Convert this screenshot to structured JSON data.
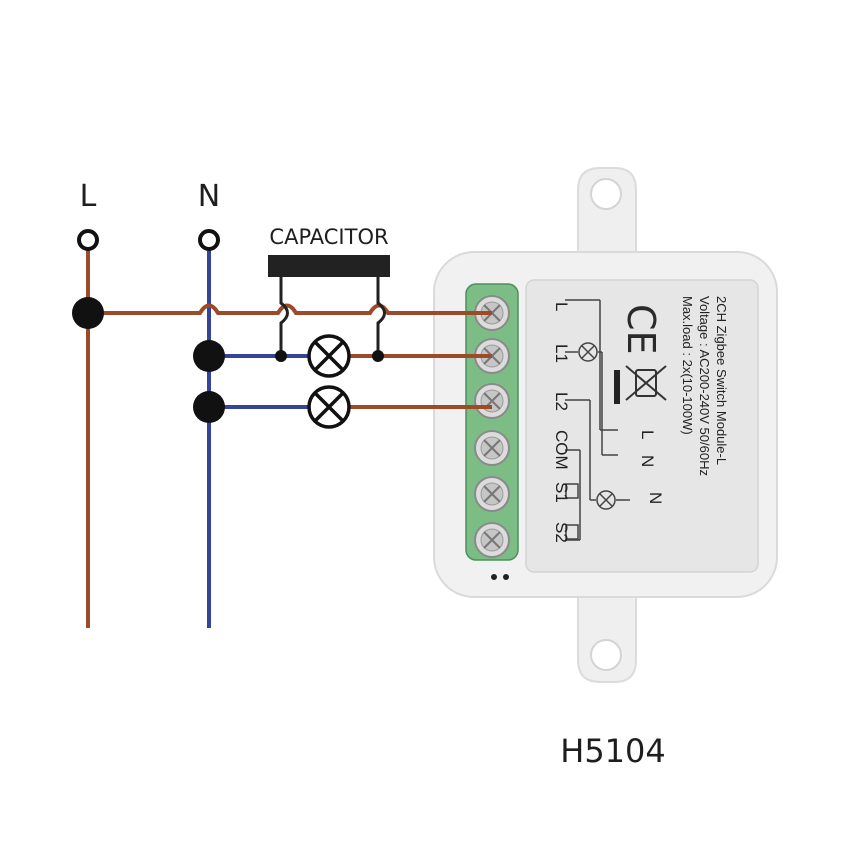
{
  "colors": {
    "live_wire": "#9c4a28",
    "neutral_wire": "#34449a",
    "terminal_block": "#7cbd86",
    "module_body": "#f1f1f1",
    "label_panel": "#e6e6e6"
  },
  "supply": {
    "live_label": "L",
    "neutral_label": "N"
  },
  "capacitor_label": "CAPACITOR",
  "module": {
    "model": "H5104",
    "label_lines": [
      "2CH Zigbee Switch Module-L",
      "Voltage : AC200-240V 50/60Hz",
      "Max.load : 2x(10-100W)"
    ],
    "terminals": [
      "L",
      "L1",
      "L2",
      "COM",
      "S1",
      "S2"
    ],
    "schematic_labels": [
      "L",
      "N",
      "N"
    ],
    "ce_mark": "CE"
  }
}
